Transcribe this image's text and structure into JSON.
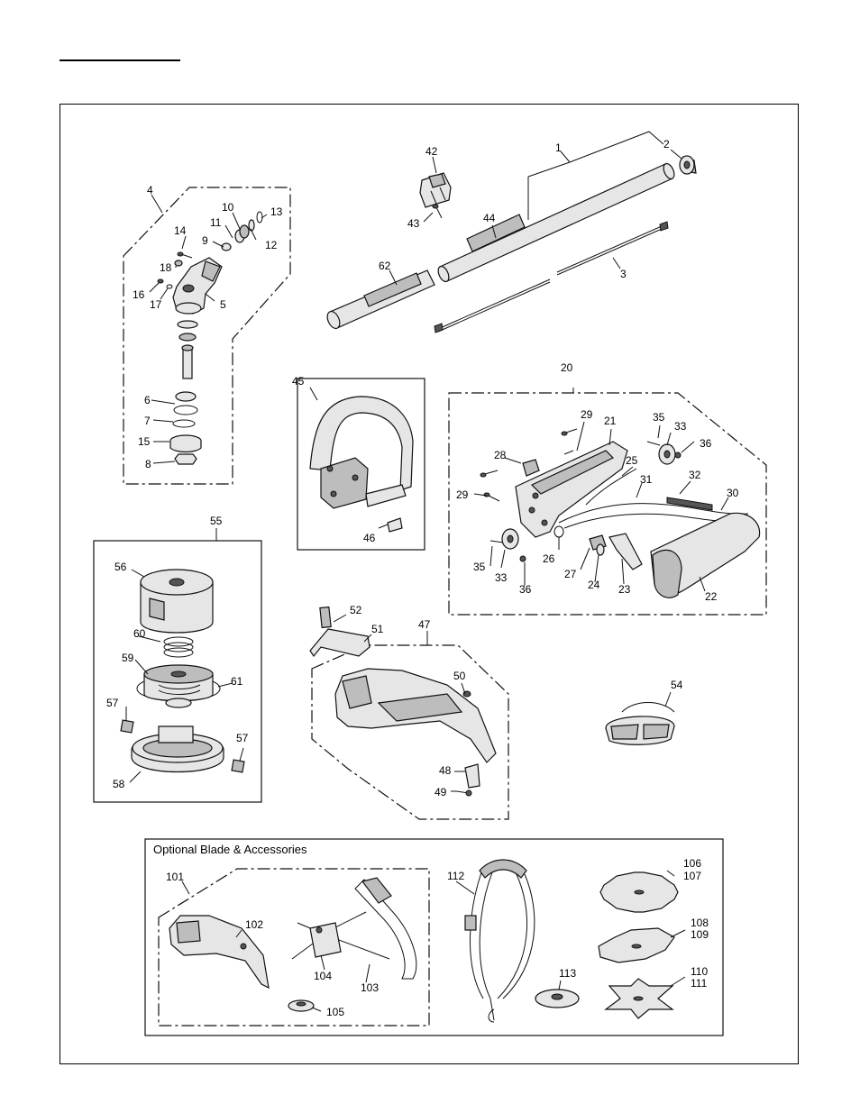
{
  "accessories_box": {
    "title": "Optional Blade & Accessories"
  },
  "labels": {
    "p1": "1",
    "p2": "2",
    "p3": "3",
    "p4": "4",
    "p5": "5",
    "p6": "6",
    "p7": "7",
    "p8": "8",
    "p9": "9",
    "p10": "10",
    "p11": "11",
    "p12": "12",
    "p13": "13",
    "p14": "14",
    "p15": "15",
    "p16": "16",
    "p17": "17",
    "p18": "18",
    "p20": "20",
    "p21": "21",
    "p22": "22",
    "p23": "23",
    "p24": "24",
    "p25": "25",
    "p26": "26",
    "p27": "27",
    "p28": "28",
    "p29a": "29",
    "p29b": "29",
    "p30": "30",
    "p31": "31",
    "p32": "32",
    "p33a": "33",
    "p33b": "33",
    "p35a": "35",
    "p35b": "35",
    "p36a": "36",
    "p36b": "36",
    "p42": "42",
    "p43": "43",
    "p44": "44",
    "p45": "45",
    "p46": "46",
    "p47": "47",
    "p48": "48",
    "p49": "49",
    "p50": "50",
    "p51": "51",
    "p52": "52",
    "p54": "54",
    "p55": "55",
    "p56": "56",
    "p57a": "57",
    "p57b": "57",
    "p58": "58",
    "p59": "59",
    "p60": "60",
    "p61": "61",
    "p62": "62",
    "p101": "101",
    "p102": "102",
    "p103": "103",
    "p104": "104",
    "p105": "105",
    "p106": "106",
    "p107": "107",
    "p108": "108",
    "p109": "109",
    "p110": "110",
    "p111": "111",
    "p112": "112",
    "p113": "113"
  }
}
